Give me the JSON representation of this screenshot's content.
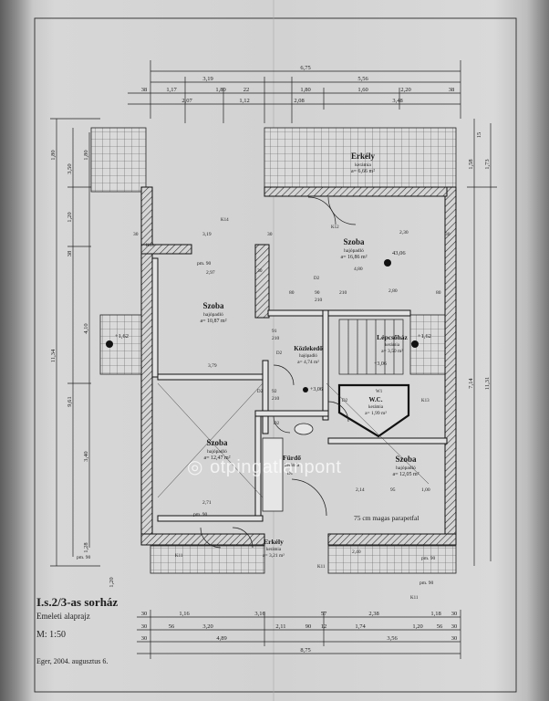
{
  "title_block": {
    "title": "I.s.2/3-as sorház",
    "subtitle": "Emeleti alaprajz",
    "scale": "M: 1:50",
    "date": "Eger, 2004. augusztus 6."
  },
  "watermark": {
    "brand": "otp",
    "text": "otpingatlanpont"
  },
  "rooms": [
    {
      "id": "erkely_top",
      "name": "Erkély",
      "floor": "kerámia",
      "area": "a= 6,66 m²"
    },
    {
      "id": "szoba_ne",
      "name": "Szoba",
      "floor": "hajópadló",
      "area": "a= 16,86 m²"
    },
    {
      "id": "szoba_nw",
      "name": "Szoba",
      "floor": "hajópadló",
      "area": "a= 10,87 m²"
    },
    {
      "id": "kozlekedo",
      "name": "Közlekedő",
      "floor": "hajópadló",
      "area": "a= 4,74 m²"
    },
    {
      "id": "lepcsohaz",
      "name": "Lépcsőház",
      "floor": "kerámia",
      "area": "a= 3,50 m²"
    },
    {
      "id": "wc",
      "name": "W.C.",
      "floor": "kerámia",
      "area": "a= 1,99 m²"
    },
    {
      "id": "szoba_sw",
      "name": "Szoba",
      "floor": "hajópadló",
      "area": "a= 12,47 m²"
    },
    {
      "id": "furdo",
      "name": "Fürdő",
      "floor": "kerámia",
      "area": ""
    },
    {
      "id": "szoba_se",
      "name": "Szoba",
      "floor": "hajópadló",
      "area": "a= 12,05 m²"
    },
    {
      "id": "erkely_bottom",
      "name": "Erkély",
      "floor": "kerámia",
      "area": "a= 3,21 m²"
    }
  ],
  "notes": {
    "parapet": "75 cm magas parapetfal",
    "level_ne": "+3,06",
    "level_c": "+3,06",
    "level_w": "+1,62",
    "level_e": "+1,62",
    "level_top": "43,06"
  },
  "codes": [
    "K14",
    "K12",
    "K13",
    "K11",
    "K11",
    "K11",
    "D2",
    "D2",
    "D2",
    "D2",
    "D1",
    "D2",
    "W1",
    "K13"
  ],
  "dims_top": {
    "row1": [
      "6,75"
    ],
    "row2": [
      "3,19",
      "5,56"
    ],
    "row3": [
      "38",
      "1,17",
      "1,80",
      "22",
      "1,80",
      "1,60",
      "2,20",
      "38"
    ],
    "row4": [
      "2,07",
      "1,12",
      "2,08",
      "3,48"
    ]
  },
  "dims_left": [
    "1,80",
    "3,50",
    "1,20",
    "38",
    "1,80",
    "9,61",
    "11,34",
    "4,10",
    "3,40",
    "1,28",
    "1,20"
  ],
  "dims_right": [
    "1,58",
    "1,73",
    "15",
    "7,14",
    "11,31"
  ],
  "dims_bottom": {
    "row1": [
      "30",
      "1,16",
      "3,16",
      "57",
      "2,38",
      "1,18",
      "30"
    ],
    "row2": [
      "30",
      "56",
      "3,20",
      "2,11",
      "90",
      "12",
      "1,74",
      "1,20",
      "56",
      "30"
    ],
    "row3": [
      "30",
      "4,89",
      "3,56",
      "30"
    ],
    "row4": [
      "8,75"
    ]
  },
  "misc": [
    "pm. 90",
    "pm. 90",
    "pm. 90",
    "pm. 90",
    "pm. 90",
    "91",
    "210",
    "92",
    "210",
    "90",
    "210",
    "80",
    "210",
    "80",
    "30",
    "30",
    "30",
    "30",
    "2,97",
    "3,19",
    "2,30",
    "4,80",
    "2,80",
    "3,79",
    "2,40",
    "2,71",
    "2,14",
    "95",
    "1,00"
  ]
}
